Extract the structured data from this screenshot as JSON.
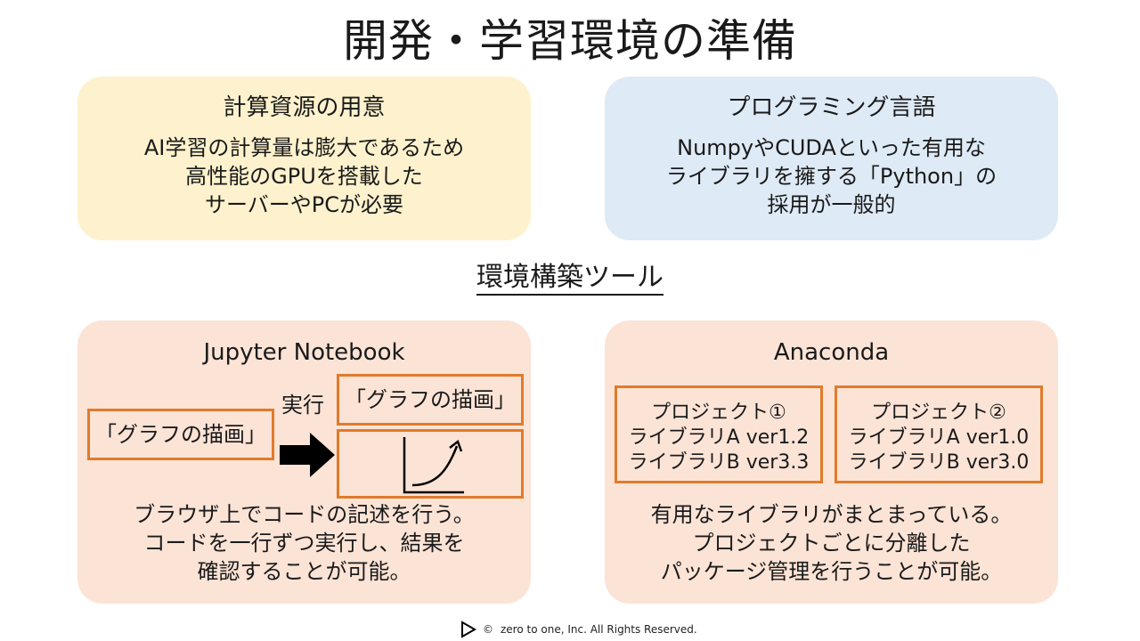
{
  "title": "開発・学習環境の準備",
  "compute": {
    "title": "計算資源の用意",
    "lines": [
      "AI学習の計算量は膨大であるため",
      "高性能のGPUを搭載した",
      "サーバーやPCが必要"
    ]
  },
  "language": {
    "title": "プログラミング言語",
    "lines": [
      "NumpyやCUDAといった有用な",
      "ライブラリを擁する「Python」の",
      "採用が一般的"
    ]
  },
  "tools_heading": "環境構築ツール",
  "jupyter": {
    "title": "Jupyter Notebook",
    "input_label": "「グラフの描画」",
    "exec_label": "実行",
    "output_label": "「グラフの描画」",
    "lines": [
      "ブラウザ上でコードの記述を行う。",
      "コードを一行ずつ実行し、結果を",
      "確認することが可能。"
    ]
  },
  "anaconda": {
    "title": "Anaconda",
    "projects": [
      {
        "name": "プロジェクト①",
        "libs": [
          "ライブラリA ver1.2",
          "ライブラリB ver3.3"
        ]
      },
      {
        "name": "プロジェクト②",
        "libs": [
          "ライブラリA ver1.0",
          "ライブラリB ver3.0"
        ]
      }
    ],
    "lines": [
      "有用なライブラリがまとまっている。",
      "プロジェクトごとに分離した",
      "パッケージ管理を行うことが可能。"
    ]
  },
  "footer": {
    "copyright": "©",
    "text": "zero to one, Inc. All Rights Reserved."
  }
}
